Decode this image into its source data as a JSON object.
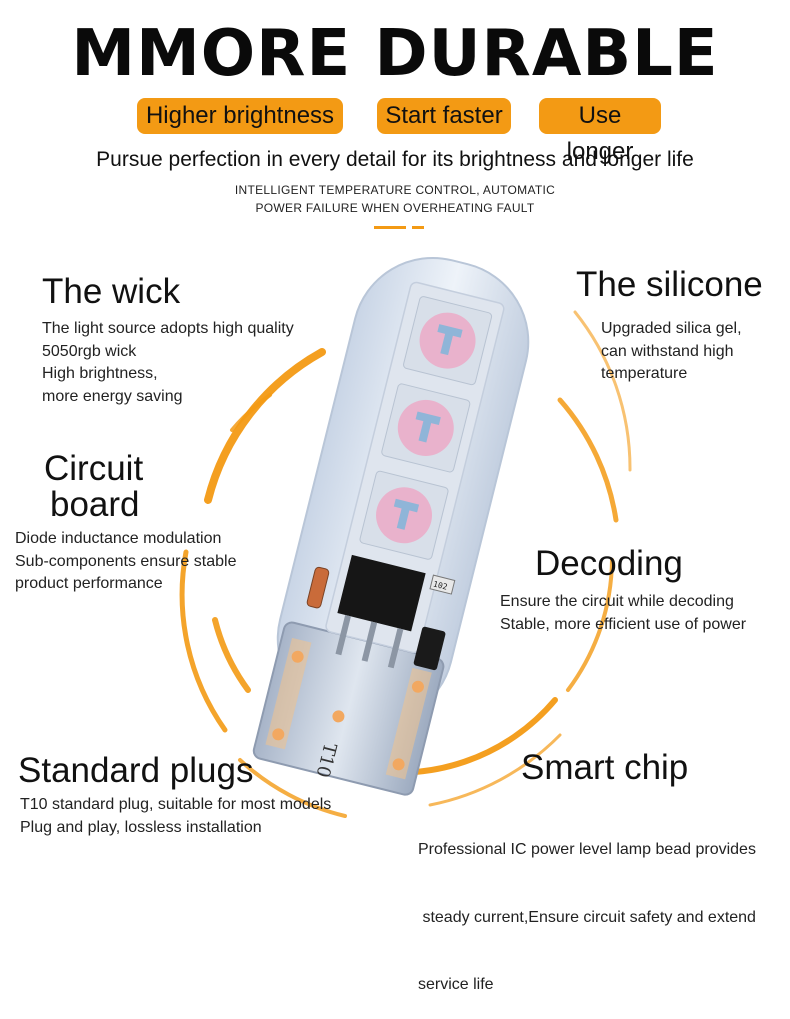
{
  "title": "MMORE DURABLE",
  "badges": [
    "Higher brightness",
    "Start faster",
    "Use longer"
  ],
  "subtitle": "Pursue perfection in every detail for its brightness and longer life",
  "note_lines": [
    "INTELLIGENT TEMPERATURE CONTROL, AUTOMATIC",
    "POWER FAILURE WHEN OVERHEATING FAULT"
  ],
  "features": {
    "wick": {
      "title": "The wick",
      "lines": [
        "The light source adopts high quality",
        "5050rgb wick",
        "High brightness,",
        "more energy saving"
      ]
    },
    "silicone": {
      "title": "The silicone",
      "lines": [
        "Upgraded silica gel,",
        "can withstand high",
        "temperature"
      ]
    },
    "circuit": {
      "title_lines": [
        "Circuit",
        "board"
      ],
      "lines": [
        "Diode inductance modulation",
        "Sub-components ensure stable",
        "product performance"
      ]
    },
    "decoding": {
      "title": "Decoding",
      "lines": [
        "Ensure the circuit while decoding",
        "Stable, more efficient use of power"
      ]
    },
    "plugs": {
      "title": "Standard plugs",
      "lines": [
        "T10 standard plug, suitable for most models",
        "Plug and play, lossless installation"
      ]
    },
    "chip": {
      "title": "Smart chip",
      "lines": [
        "Professional IC power level lamp bead provides",
        " steady current,Ensure circuit safety and extend",
        "service life"
      ]
    }
  },
  "product": {
    "base_label": "T10",
    "component_label": "102"
  },
  "colors": {
    "accent": "#f39a14",
    "text": "#111111",
    "bulb_body": "#dce6f2",
    "led_pink": "#e9b2cc",
    "led_blue": "#8fb5d8"
  }
}
